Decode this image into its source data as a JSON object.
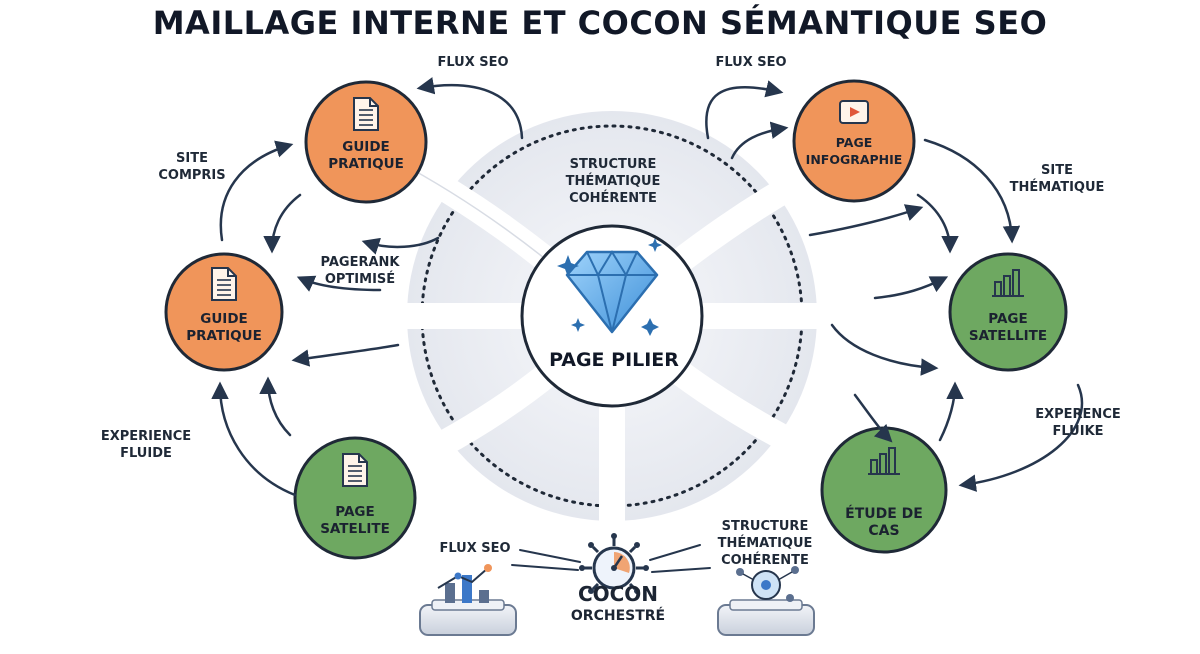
{
  "title": "MAILLAGE INTERNE ET COCON SÉMANTIQUE SEO",
  "center": {
    "label": "PAGE PILIER",
    "icon": "diamond-icon"
  },
  "nodes": [
    {
      "id": "guide-top",
      "line1": "GUIDE",
      "line2": "PRATIQUE",
      "color": "#f0955a",
      "icon": "document-icon"
    },
    {
      "id": "guide-left",
      "line1": "GUIDE",
      "line2": "PRATIQUE",
      "color": "#f0955a",
      "icon": "document-icon"
    },
    {
      "id": "satelite-bl",
      "line1": "PAGE",
      "line2": "SATELITE",
      "color": "#6ea861",
      "icon": "document-icon"
    },
    {
      "id": "infographie",
      "line1": "PAGE",
      "line2": "INFOGRAPHIE",
      "color": "#f0955a",
      "icon": "video-icon"
    },
    {
      "id": "satellite-r",
      "line1": "PAGE",
      "line2": "SATELLITE",
      "color": "#6ea861",
      "icon": "bar-chart-icon"
    },
    {
      "id": "etude",
      "line1": "ÉTUDE DE",
      "line2": "CAS",
      "color": "#6ea861",
      "icon": "bar-chart-icon"
    }
  ],
  "labels": {
    "flux_seo_top_left": "FLUX SEO",
    "flux_seo_top_right": "FLUX SEO",
    "site_compris": {
      "l1": "SITE",
      "l2": "COMPRIS"
    },
    "pagerank": {
      "l1": "PAGERANK",
      "l2": "OPTIMISÉ"
    },
    "structure_center": {
      "l1": "STRUCTURE",
      "l2": "THÉMATIQUE",
      "l3": "COHÉRENTE"
    },
    "site_thematique": {
      "l1": "SITE",
      "l2": "THÉMATIQUE"
    },
    "experience_left": {
      "l1": "EXPERIENCE",
      "l2": "FLUIDE"
    },
    "experience_right": {
      "l1": "EXPERENCE",
      "l2": "FLUIKE"
    },
    "flux_seo_bottom": "FLUX SEO",
    "structure_bottom": {
      "l1": "STRUCTURE",
      "l2": "THÉMATIQUE",
      "l3": "COHÉRENTE"
    }
  },
  "cocon": {
    "l1": "COCON",
    "l2": "ORCHESTRÉ",
    "icon": "dial-icon"
  },
  "colors": {
    "orange": "#f0955a",
    "orange_border": "#1f2937",
    "green": "#6ea861",
    "arrow": "#26364d",
    "diamond": "#5aa8e8"
  }
}
